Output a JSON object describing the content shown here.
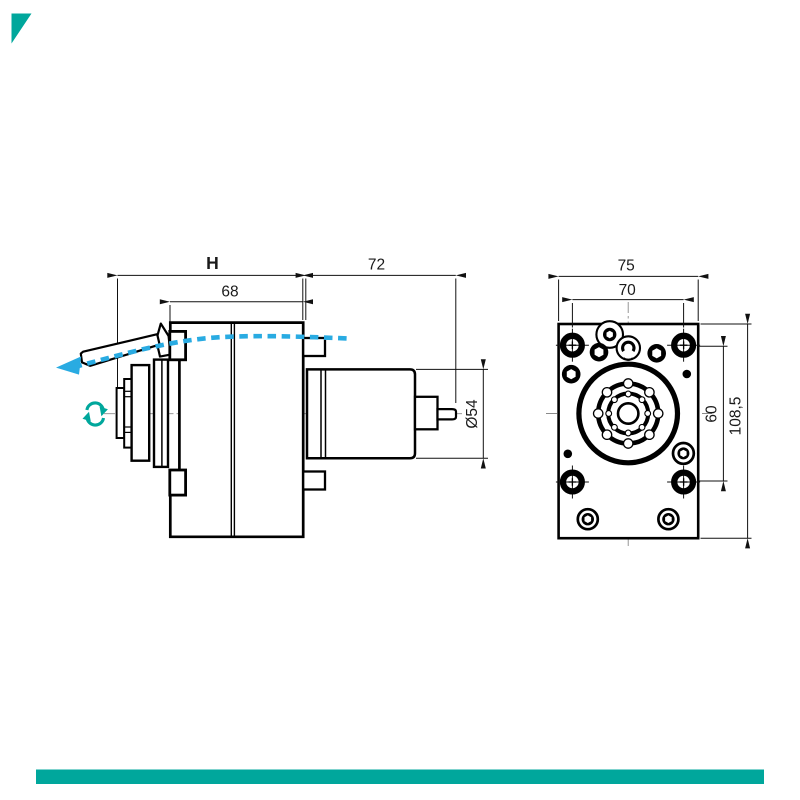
{
  "drawing": {
    "type": "technical-drawing",
    "subject": "driven tool holder, side and front orthographic views"
  },
  "colors": {
    "background": "#ffffff",
    "line": "#000000",
    "centerline": "#8a8a8a",
    "accent_blue": "#29abe2",
    "accent_teal": "#00a79c"
  },
  "side_view": {
    "dim_overall_length": "H",
    "dim_body_length": "68",
    "dim_shaft_length": "72",
    "dim_shaft_diameter": "Ø54"
  },
  "front_view": {
    "dim_plate_width": "75",
    "dim_bolt_spacing_h": "70",
    "dim_bolt_spacing_v": "60",
    "dim_plate_height": "108,5"
  },
  "icons": {
    "rotation": "rotation-direction-arrow",
    "feed": "coolant-feed-arrow"
  }
}
